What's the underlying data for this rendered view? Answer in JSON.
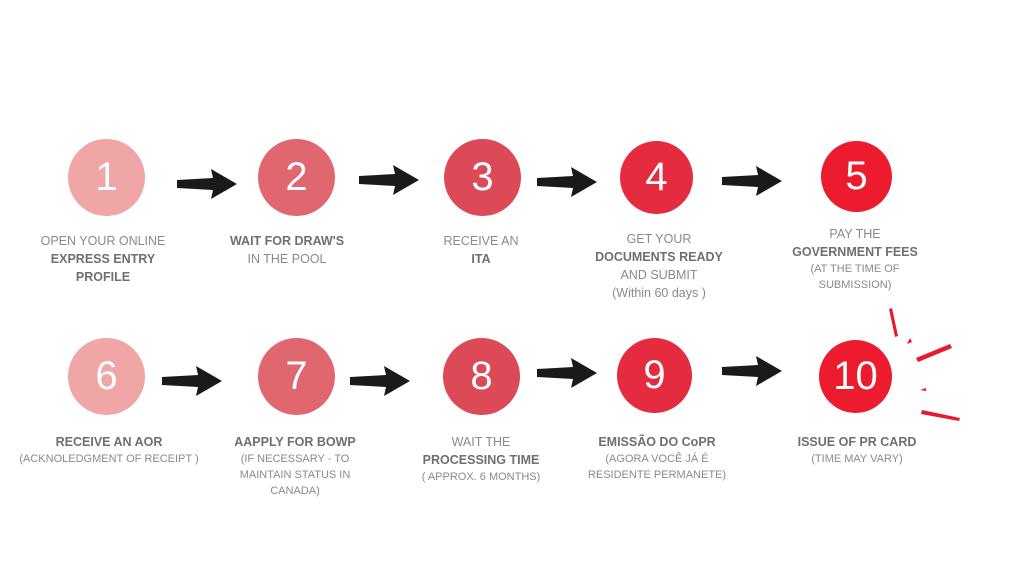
{
  "colors": {
    "step1": "#f0a5a6",
    "step2": "#e06670",
    "step3": "#dc4a57",
    "step4": "#e52b3f",
    "step5": "#ec1c2e",
    "text": "#8a8a8a",
    "text_bold": "#6f6f6f",
    "arrow": "#1a1a1a",
    "burst": "#e8192c"
  },
  "steps": [
    {
      "number": "1",
      "lines": [
        {
          "text": "OPEN YOUR ONLINE",
          "style": "normal"
        },
        {
          "text": "EXPRESS ENTRY",
          "style": "bold"
        },
        {
          "text": "PROFILE",
          "style": "bold"
        }
      ]
    },
    {
      "number": "2",
      "lines": [
        {
          "text": "WAIT FOR DRAW'S",
          "style": "bold"
        },
        {
          "text": "IN THE POOL",
          "style": "normal"
        }
      ]
    },
    {
      "number": "3",
      "lines": [
        {
          "text": "RECEIVE AN",
          "style": "normal"
        },
        {
          "text": "ITA",
          "style": "bold"
        }
      ]
    },
    {
      "number": "4",
      "lines": [
        {
          "text": "GET YOUR",
          "style": "normal"
        },
        {
          "text": "DOCUMENTS READY",
          "style": "bold"
        },
        {
          "text": "AND SUBMIT",
          "style": "normal"
        },
        {
          "text": "(Within 60 days )",
          "style": "normal"
        }
      ]
    },
    {
      "number": "5",
      "lines": [
        {
          "text": "PAY  THE",
          "style": "normal"
        },
        {
          "text": "GOVERNMENT FEES",
          "style": "bold"
        },
        {
          "text": "(AT THE TIME OF",
          "style": "small"
        },
        {
          "text": "SUBMISSION)",
          "style": "small"
        }
      ]
    },
    {
      "number": "6",
      "lines": [
        {
          "text": "RECEIVE AN AOR",
          "style": "bold"
        },
        {
          "text": "(ACKNOLEDGMENT OF RECEIPT )",
          "style": "small"
        }
      ]
    },
    {
      "number": "7",
      "lines": [
        {
          "text": "AAPPLY FOR BOWP",
          "style": "bold"
        },
        {
          "text": "(IF NECESSARY - TO",
          "style": "small"
        },
        {
          "text": "MAINTAIN STATUS IN",
          "style": "small"
        },
        {
          "text": "CANADA)",
          "style": "small"
        }
      ]
    },
    {
      "number": "8",
      "lines": [
        {
          "text": "WAIT THE",
          "style": "normal"
        },
        {
          "text": "PROCESSING TIME",
          "style": "bold"
        },
        {
          "text": "( APPROX. 6 MONTHS)",
          "style": "small"
        }
      ]
    },
    {
      "number": "9",
      "lines": [
        {
          "text": "EMISSÃO DO CoPR",
          "style": "bold"
        },
        {
          "text": "(AGORA VOCÊ JÁ É",
          "style": "small"
        },
        {
          "text": "RESIDENTE PERMANETE)",
          "style": "small"
        }
      ]
    },
    {
      "number": "10",
      "lines": [
        {
          "text": "ISSUE OF PR CARD",
          "style": "bold"
        },
        {
          "text": "(TIME MAY VARY)",
          "style": "small"
        }
      ]
    }
  ]
}
